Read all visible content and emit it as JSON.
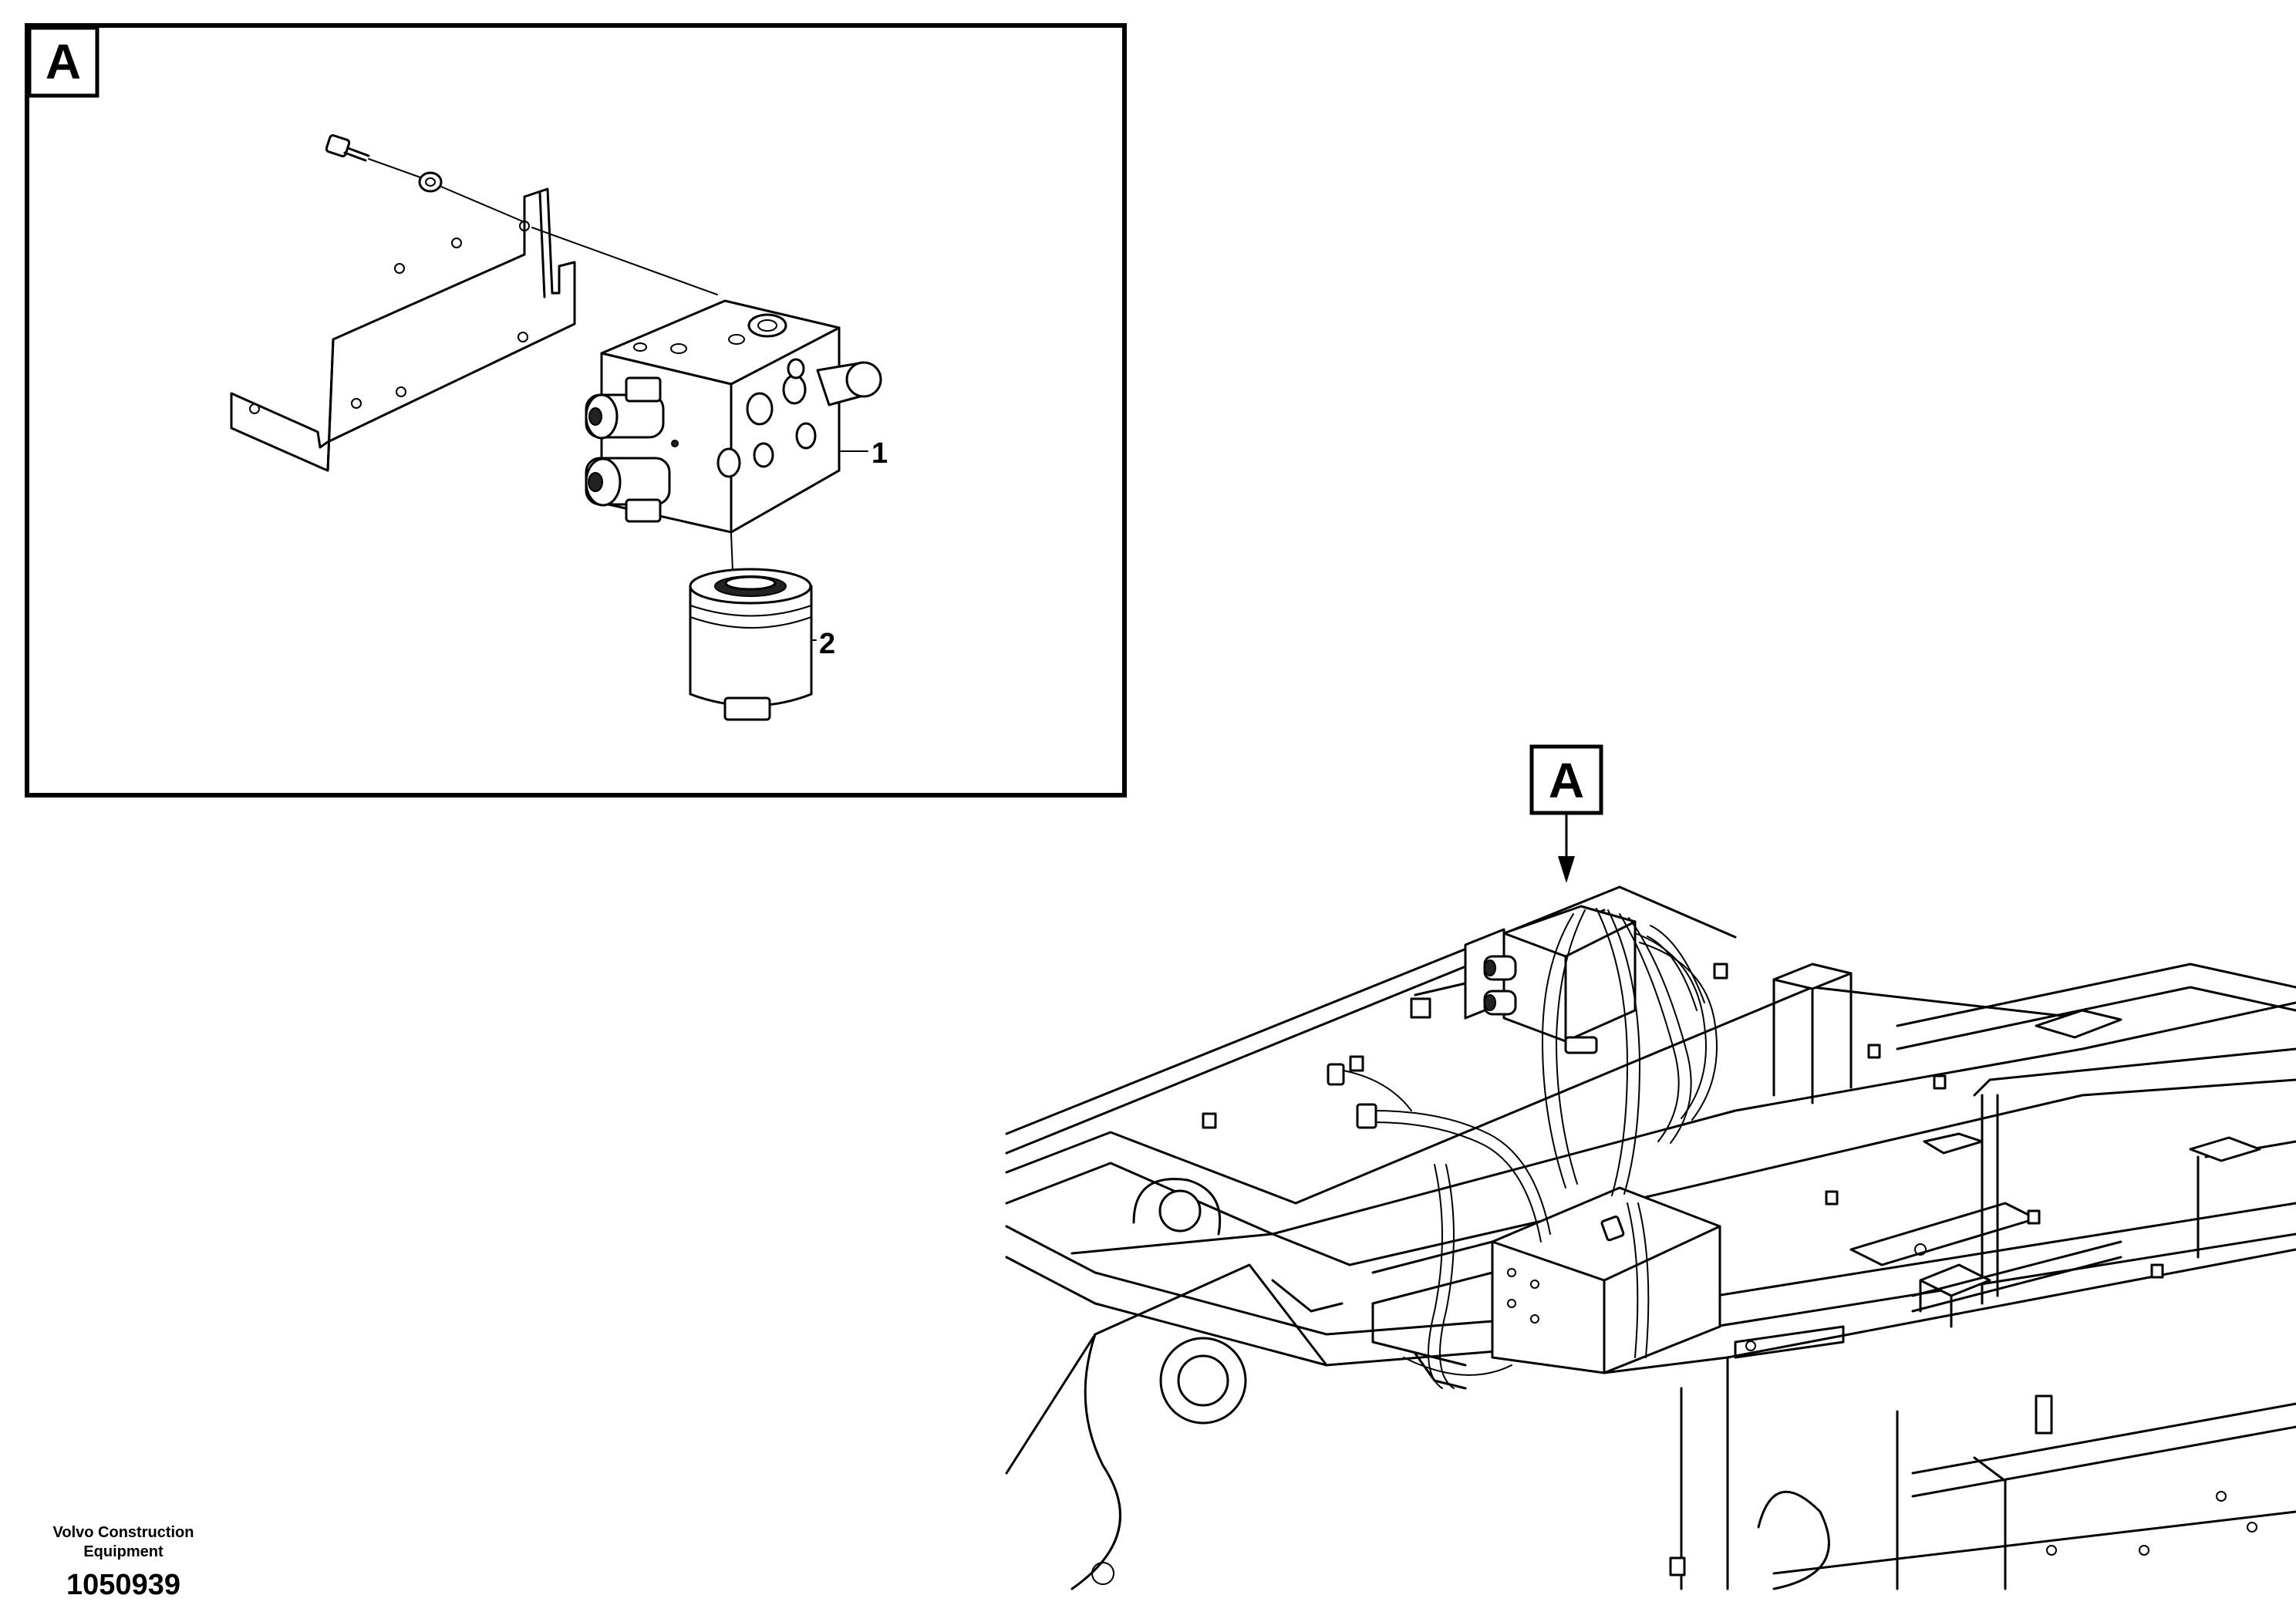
{
  "detail_view": {
    "label": "A",
    "callouts": [
      {
        "number": "1",
        "part": "valve-block"
      },
      {
        "number": "2",
        "part": "filter"
      }
    ]
  },
  "overview": {
    "label": "A"
  },
  "footer": {
    "manufacturer_line1": "Volvo Construction",
    "manufacturer_line2": "Equipment",
    "drawing_number": "1050939"
  }
}
